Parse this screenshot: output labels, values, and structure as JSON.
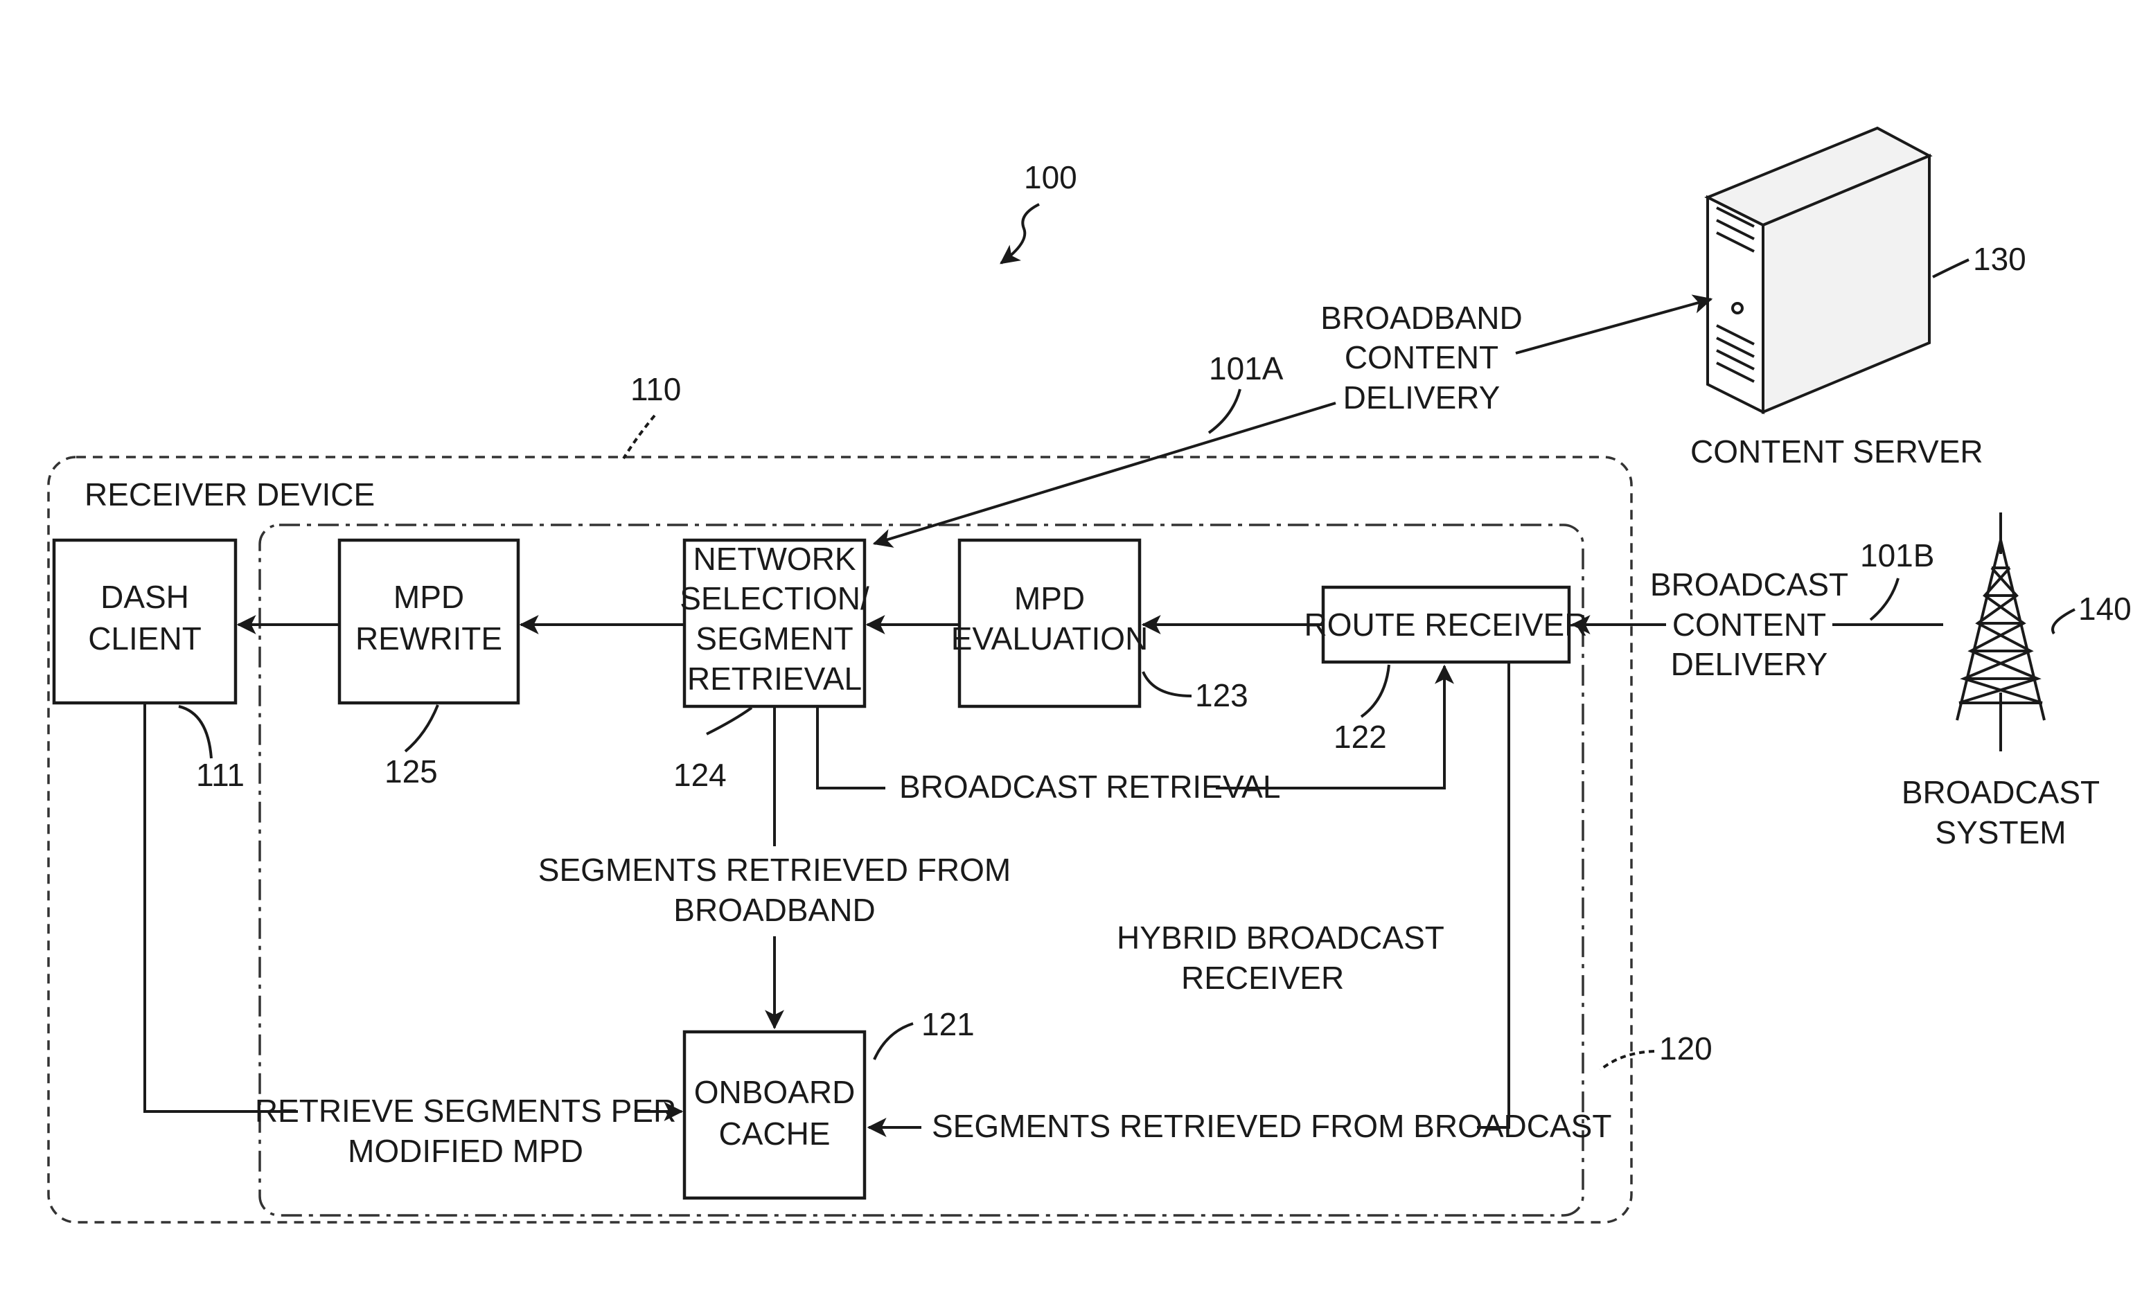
{
  "figure_ref": "100",
  "receiver_device": {
    "ref": "110",
    "label": "RECEIVER DEVICE"
  },
  "hybrid_receiver": {
    "ref": "120",
    "label_l1": "HYBRID BROADCAST",
    "label_l2": "RECEIVER"
  },
  "dash_client": {
    "ref": "111",
    "l1": "DASH",
    "l2": "CLIENT"
  },
  "mpd_rewrite": {
    "ref": "125",
    "l1": "MPD",
    "l2": "REWRITE"
  },
  "network_selection": {
    "ref": "124",
    "l1": "NETWORK",
    "l2": "SELECTION/",
    "l3": "SEGMENT",
    "l4": "RETRIEVAL"
  },
  "mpd_evaluation": {
    "ref": "123",
    "l1": "MPD",
    "l2": "EVALUATION"
  },
  "route_receiver": {
    "ref": "122",
    "label": "ROUTE RECEIVER"
  },
  "onboard_cache": {
    "ref": "121",
    "l1": "ONBOARD",
    "l2": "CACHE"
  },
  "content_server": {
    "ref": "130",
    "label": "CONTENT SERVER"
  },
  "broadcast_system": {
    "ref": "140",
    "l1": "BROADCAST",
    "l2": "SYSTEM"
  },
  "broadband_delivery": {
    "ref": "101A",
    "l1": "BROADBAND",
    "l2": "CONTENT",
    "l3": "DELIVERY"
  },
  "broadcast_delivery": {
    "ref": "101B",
    "l1": "BROADCAST",
    "l2": "CONTENT",
    "l3": "DELIVERY"
  },
  "labels": {
    "broadcast_retrieval": "BROADCAST RETRIEVAL",
    "segments_broadband_l1": "SEGMENTS RETRIEVED FROM",
    "segments_broadband_l2": "BROADBAND",
    "segments_broadcast": "SEGMENTS RETRIEVED FROM BROADCAST",
    "retrieve_l1": "RETRIEVE SEGMENTS PER",
    "retrieve_l2": "MODIFIED MPD"
  }
}
